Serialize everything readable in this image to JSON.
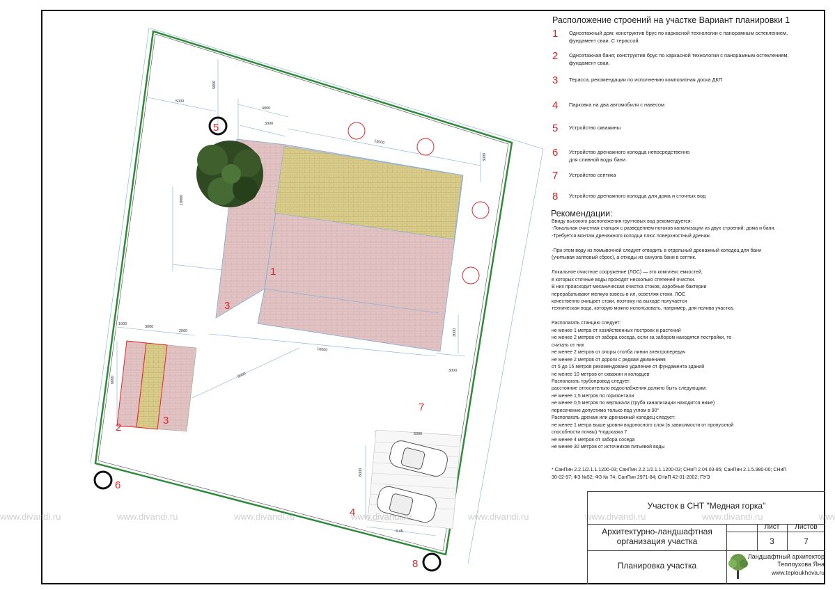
{
  "legend": {
    "title": "Расположение строений на участке Вариант планировки 1",
    "items": [
      {
        "num": "1",
        "text": "Одноэтажный дом; конструктив брус по каркасной технологии с панорамным остеклением,\nфундамент сваи. С терассой."
      },
      {
        "num": "2",
        "text": "Одноэтажная баня; конструктив брус по каркасной технологии с панорамным остеклением,\nфундамент сваи."
      },
      {
        "num": "3",
        "text": "Терасса, рекомендации по исполнению композитная доска ДКП"
      },
      {
        "num": "4",
        "text": "Парковка на два автомобиля с навесом"
      },
      {
        "num": "5",
        "text": "Устройство скважины"
      },
      {
        "num": "6",
        "text": "Устройство дренажного колодца непосредственно\nдля сливной воды бани."
      },
      {
        "num": "7",
        "text": "Устройство септика"
      },
      {
        "num": "8",
        "text": "Устройство дренажного колодца для дома и сточных вод"
      }
    ]
  },
  "recommendations": {
    "title": "Рекомендации:",
    "body": "Ввиду высокого расположения грунтовых вод рекомендуется:\n-Локальная очистная станция с разведением потоков канализации из двух строений: дома и бани.\n-Требуется монтаж дренажного колодца плюс поверхностный дренаж.\n\n-При этом воду из помывочной следует отводить в отдельный дренажный колодец для бани\n(учитывая залповый сброс),  а отходы из санузла бани в септик.\n\nЛокальное очистное сооружение (ЛОС) — это комплекс емкостей,\nв которых сточные воды проходят несколько степеней очистки.\nВ них происходит механическая очистка стоков, аэробные бактерии\nперерабатывают мелкую взвесь в ил, осветляя стоки. ЛОС\nкачественно очищает стоки, поэтому на выходе получается\n техническая вода, которую можно использовать, например, для полива участка.\n\nРасполагать станцию следует:\nне менее 1 метра от хозяйственных построек и растений\nне менее 2 метров от забора соседа, если за забором находятся постройки, то\nсчитать от них\nне менее 2 метров от опоры столба линии электропередач\nне менее 2 метров от дороги с редким движением\nот 5 до 15 метров рекомендовано удаление от фундамента зданий\nне менее 10 метров от скважин и колодцев\nРасполагать трубопровод следует:\nрасстояние относительно водоснабжения должно быть следующим:\nне менее 1,5 метров по горизонтали\nне менее 0,5 метров по вертикали (труба канализации находится ниже)\nпересечение допустимо только под углом в 90°\nРасполагать дренаж или дренажный колодец следует:\nне менее 1 метра выше уровня водоносного слоя (в зависимости от пропускной\nспособности почвы) *подсказка 7\nне менее 4 метров от забора соседа\nне менее 30 метров от источников питьевой воды",
    "references": "* СанПин 2.2.1/2.1.1.1200-03; СанПин 2.2.1/2.1.1.1200-03; СНиП 2.04.03-85; СанПин 2.1.5.980-00; СНиП 30-02-97; ФЗ №52; ФЗ № 74; СанПин 2971-84; СНиП 42-01-2002; ПУЭ"
  },
  "watermark": {
    "text": "www.divandi.ru",
    "repeats": [
      "www.divandi.ru",
      "www.divandi.ru",
      "www.divandi.ru",
      "www.divandi.ru",
      "www.divandi.ru",
      "www.divandi.ru",
      "www.divandi.ru",
      "www.divandi.ru"
    ]
  },
  "title_block": {
    "project": "Участок в СНТ \"Медная горка\"",
    "section": "Архитектурно-ландшафтная\nорганизация участка",
    "sheet_label": "Лист",
    "sheets_label": "Листов",
    "sheet": "3",
    "sheets": "7",
    "drawing": "Планировка участка",
    "author_role": "Ландшафтный архитектор",
    "author_name": "Теплоухова Яна",
    "author_site": "www.teploukhova.ru"
  },
  "plan": {
    "labels": {
      "house": "1",
      "bath": "2",
      "terrace_house": "3",
      "terrace_bath": "3",
      "parking": "4",
      "well": "5",
      "bath_drain": "6",
      "septic": "7",
      "house_drain": "8"
    },
    "dims": {
      "d5000_left": "5000",
      "d5000_top": "5000",
      "d4000": "4000",
      "d3000_a": "3000",
      "d13000": "13000",
      "d3000_b": "3000",
      "d10000": "10000",
      "d16000": "16000",
      "d3000_c": "3000",
      "d3000_d": "3000",
      "d1000": "1000",
      "d3000_e": "3000",
      "d2000": "2000",
      "d6000_bath": "6000",
      "d8000": "8000",
      "d6000_park_top": "6000",
      "d6000_park_side": "6000",
      "d445": "4.45"
    },
    "colors": {
      "boundary": "#2e8b3a",
      "pink": "#e2c3c3",
      "sand": "#d9cb8a",
      "dim": "#7aaed8",
      "red": "#e0282a",
      "tree": "#2f4a22"
    }
  }
}
